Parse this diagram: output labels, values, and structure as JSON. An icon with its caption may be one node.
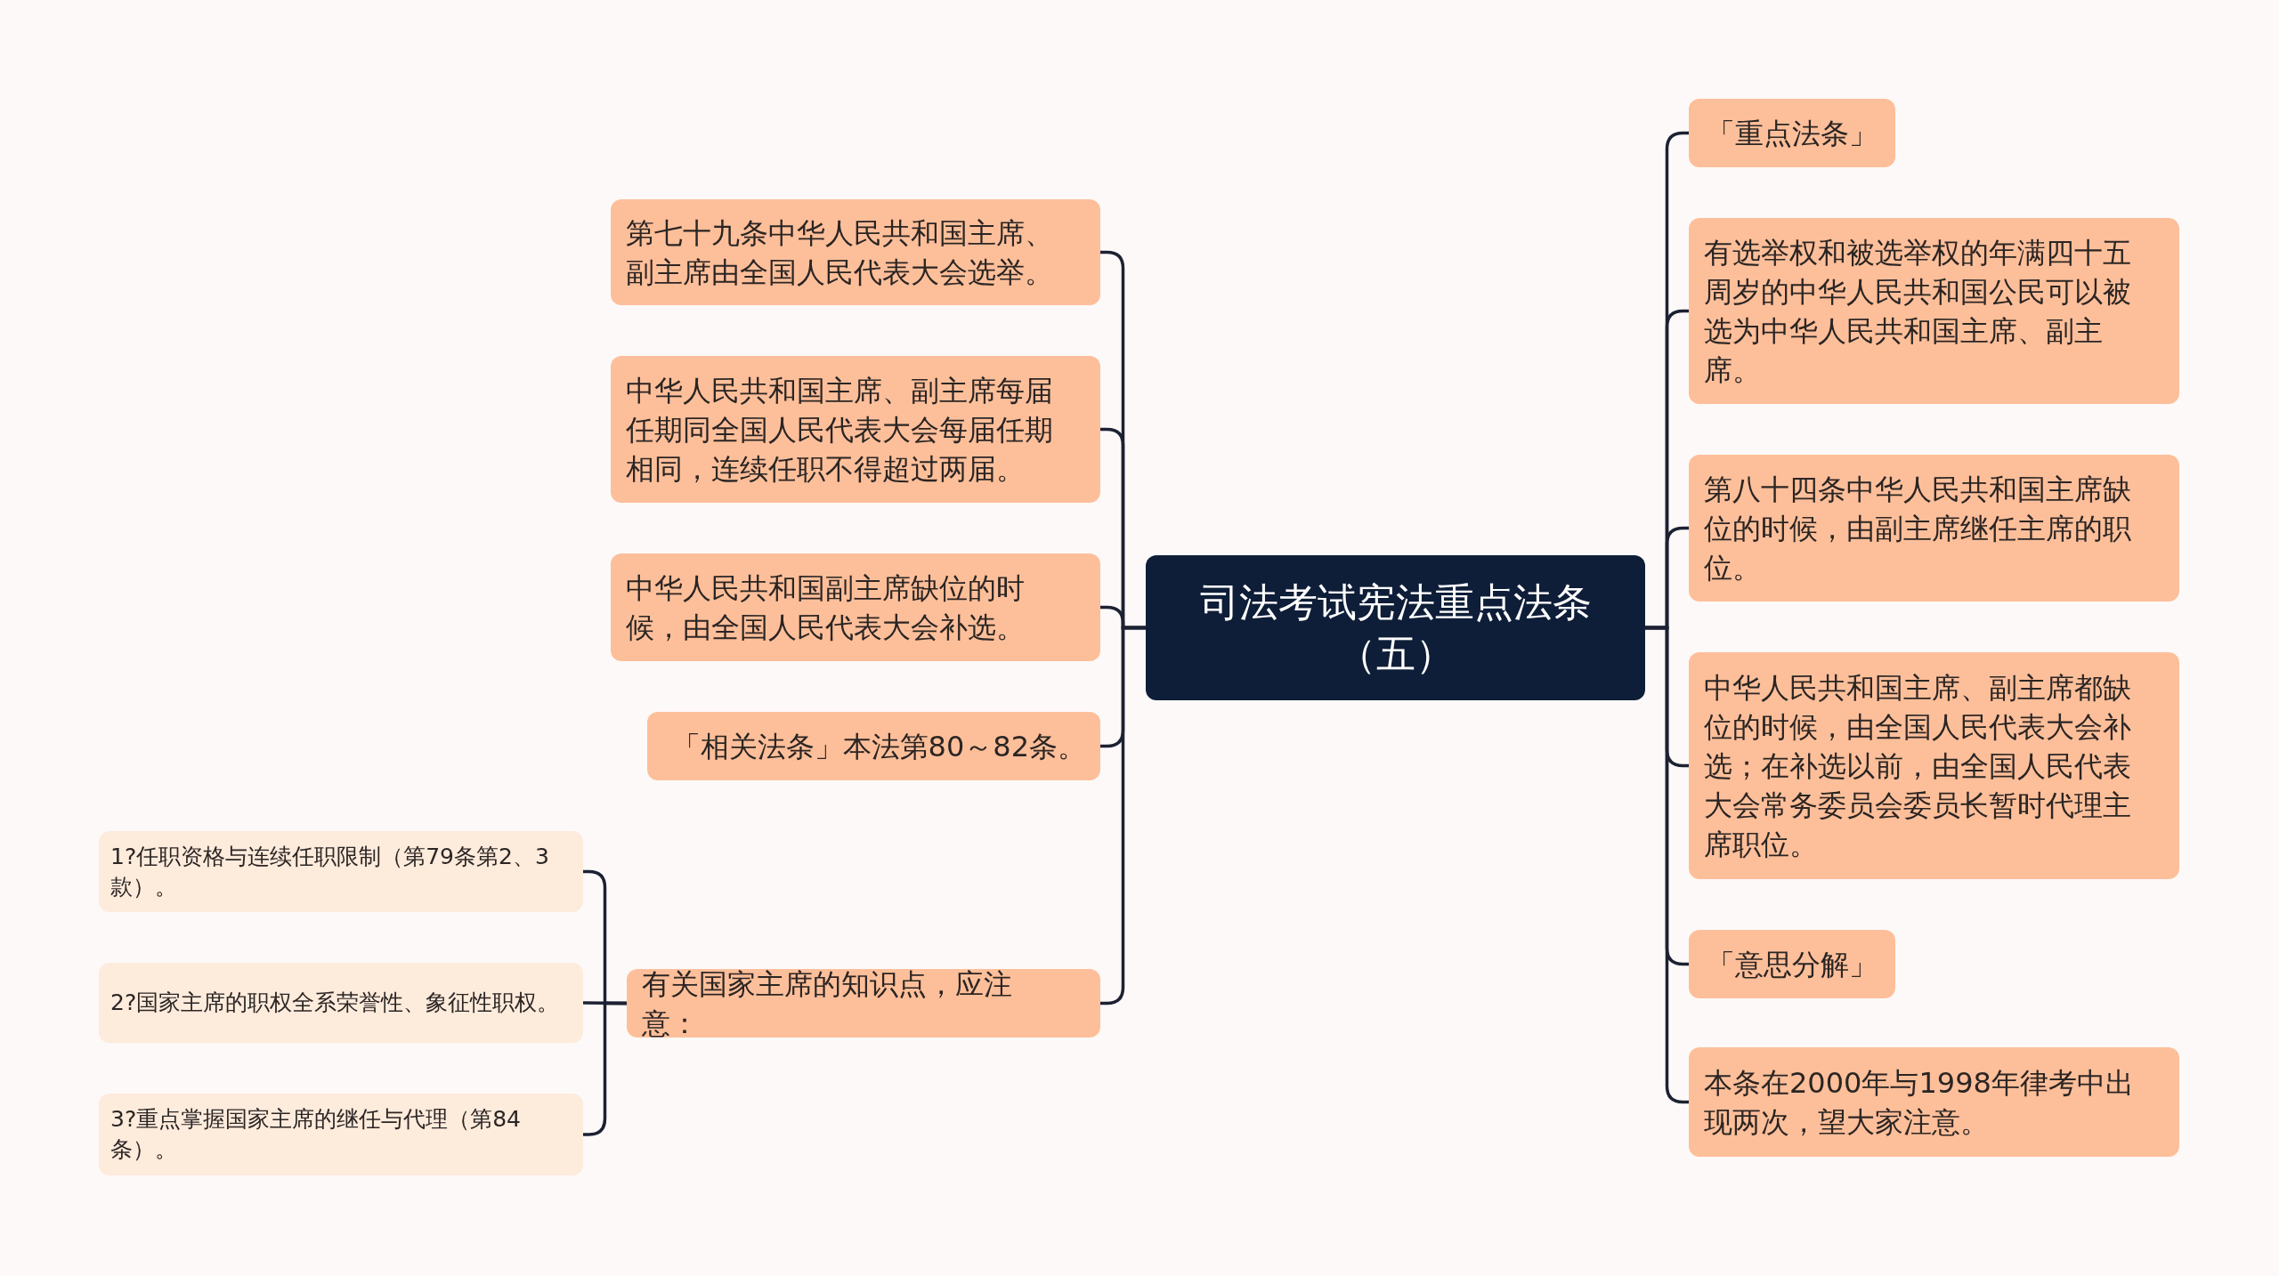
{
  "diagram": {
    "nodes": [
      {
        "text": [
          "司法考试宪法重点法条（五）"
        ]
      },
      {
        "text": [
          "第七十九条中华人民共和国主席、副主席由全国人民代表大会选举。"
        ]
      },
      {
        "text": [
          "中华人民共和国主席、副主席每届任期同全国人民代表大会每届任期相同，连续任职不得超过两届。"
        ]
      },
      {
        "text": [
          "中华人民共和国副主席缺位的时候，由全国人民代表大会补选。"
        ]
      },
      {
        "text": [
          "「相关法条」本法第80～82条。"
        ]
      },
      {
        "text": [
          "有关国家主席的知识点，应注意："
        ]
      },
      {
        "text": [
          "1?任职资格与连续任职限制（第79条第2、3款）。"
        ]
      },
      {
        "text": [
          "2?国家主席的职权全系荣誉性、象征性职权。"
        ]
      },
      {
        "text": [
          "3?重点掌握国家主席的继任与代理（第84条）。"
        ]
      },
      {
        "text": [
          "「重点法条」"
        ]
      },
      {
        "text": [
          "有选举权和被选举权的年满四十五周岁的中华人民共和国公民可以被选为中华人民共和国主席、副主席。"
        ]
      },
      {
        "text": [
          "第八十四条中华人民共和国主席缺位的时候，由副主席继任主席的职位。"
        ]
      },
      {
        "text": [
          "中华人民共和国主席、副主席都缺位的时候，由全国人民代表大会补选；在补选以前，由全国人民代表大会常务委员会委员长暂时代理主席职位。"
        ]
      },
      {
        "text": [
          "「意思分解」"
        ]
      },
      {
        "text": [
          "本条在2000年与1998年律考中出现两次，望大家注意。"
        ]
      }
    ],
    "edges": [
      {
        "from": 0,
        "to": 1,
        "arrow": "none"
      },
      {
        "from": 0,
        "to": 2,
        "arrow": "none"
      },
      {
        "from": 0,
        "to": 3,
        "arrow": "none"
      },
      {
        "from": 0,
        "to": 4,
        "arrow": "none"
      },
      {
        "from": 0,
        "to": 5,
        "arrow": "none"
      },
      {
        "from": 5,
        "to": 6,
        "arrow": "none"
      },
      {
        "from": 5,
        "to": 7,
        "arrow": "none"
      },
      {
        "from": 5,
        "to": 8,
        "arrow": "none"
      },
      {
        "from": 0,
        "to": 9,
        "arrow": "none"
      },
      {
        "from": 0,
        "to": 10,
        "arrow": "none"
      },
      {
        "from": 0,
        "to": 11,
        "arrow": "none"
      },
      {
        "from": 0,
        "to": 12,
        "arrow": "none"
      },
      {
        "from": 0,
        "to": 13,
        "arrow": "none"
      },
      {
        "from": 0,
        "to": 14,
        "arrow": "none"
      }
    ]
  }
}
